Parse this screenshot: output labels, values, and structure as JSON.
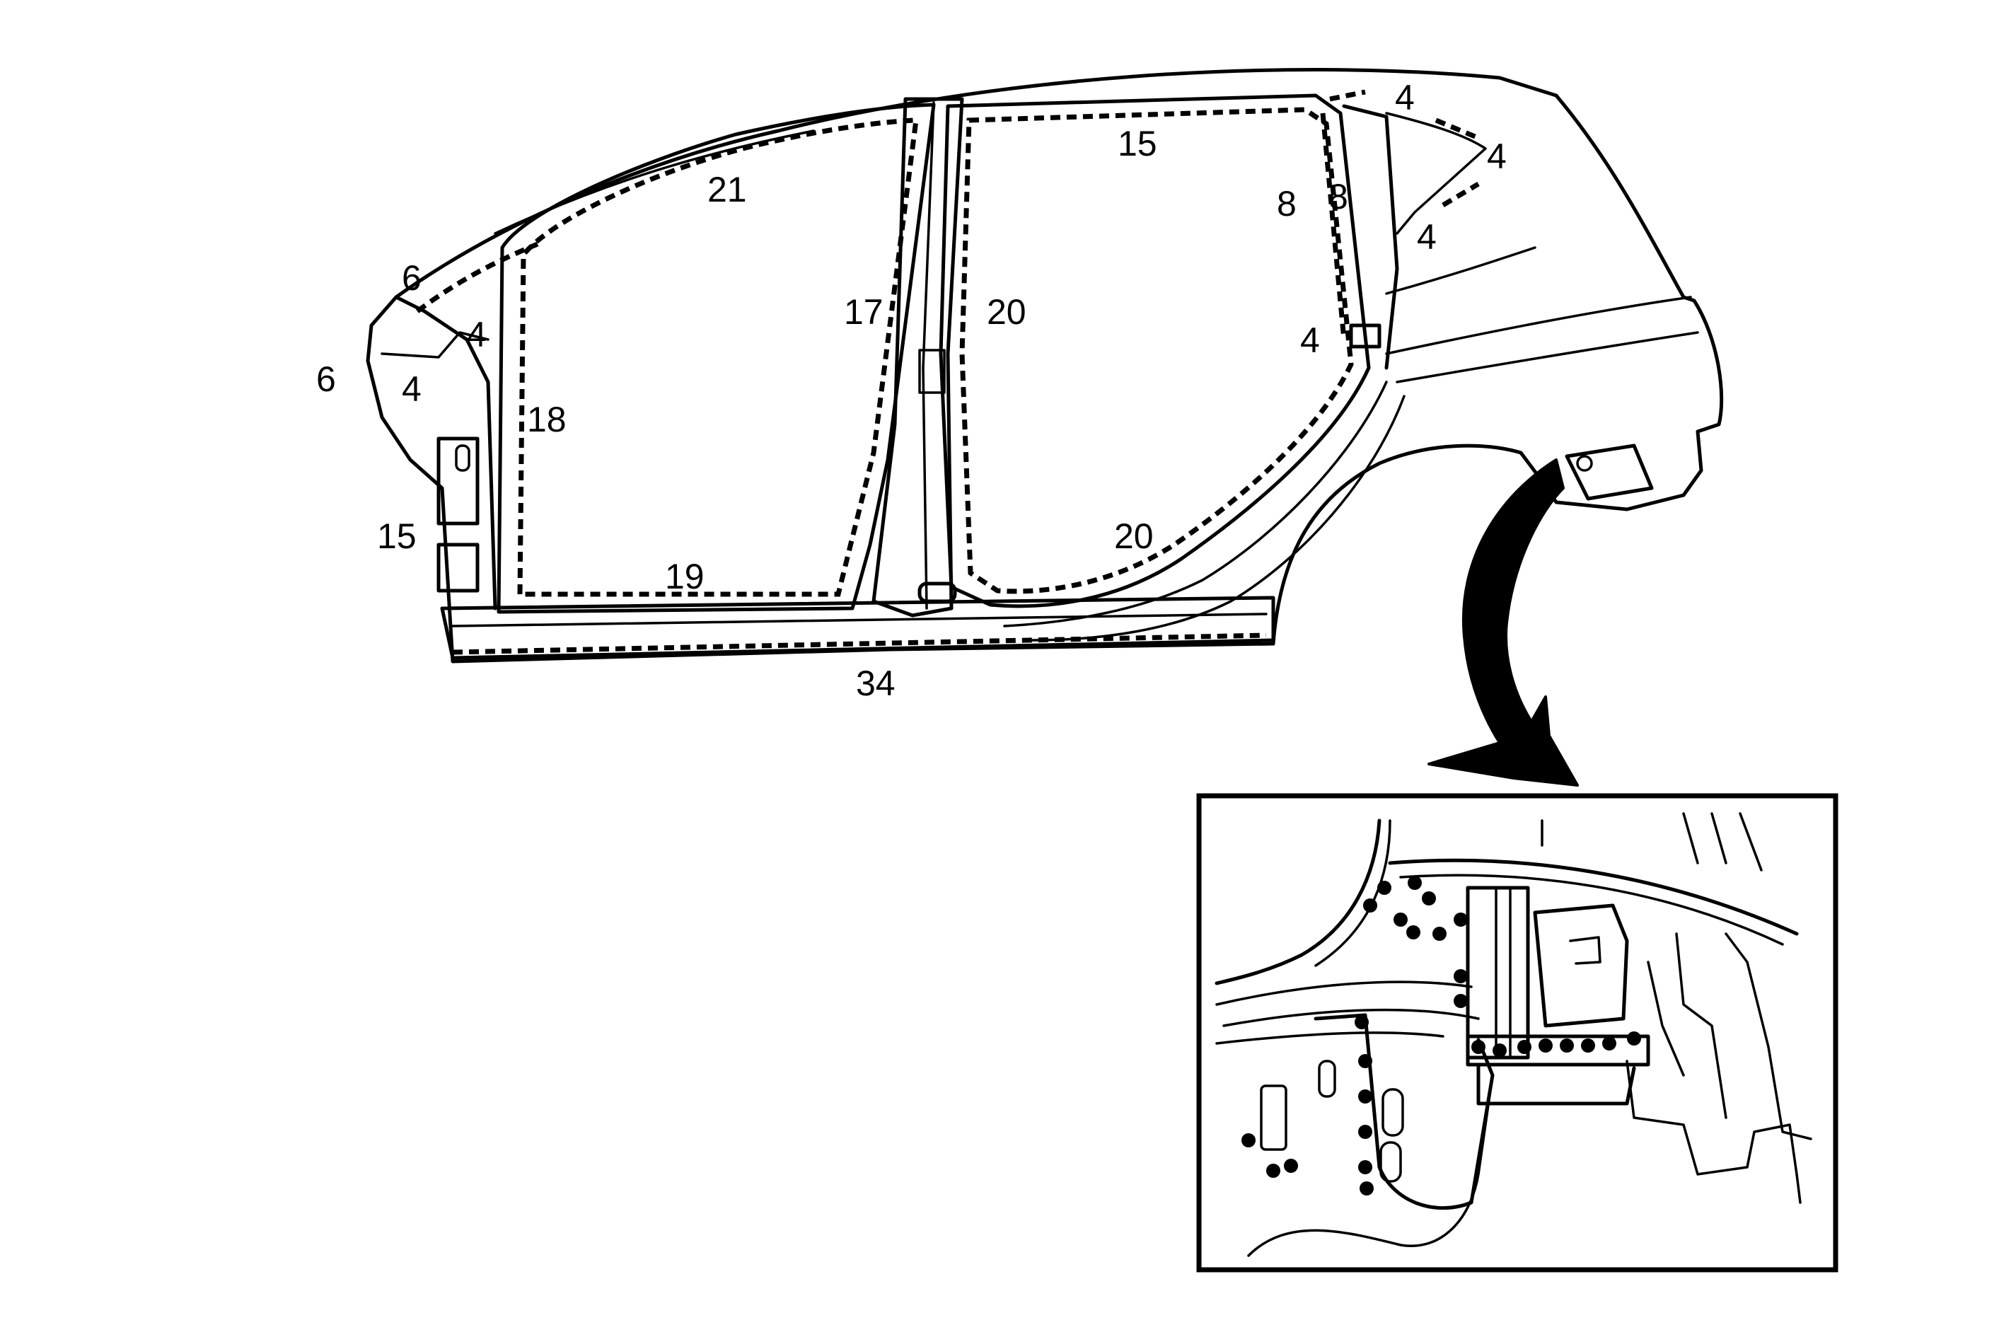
{
  "diagram": {
    "callouts": [
      {
        "id": "c-4-a",
        "text": "4"
      },
      {
        "id": "c-4-b",
        "text": "4"
      },
      {
        "id": "c-15-roof",
        "text": "15"
      },
      {
        "id": "c-8-a",
        "text": "8"
      },
      {
        "id": "c-8-b",
        "text": "8"
      },
      {
        "id": "c-4-c",
        "text": "4"
      },
      {
        "id": "c-21",
        "text": "21"
      },
      {
        "id": "c-6-a",
        "text": "6"
      },
      {
        "id": "c-17",
        "text": "17"
      },
      {
        "id": "c-20-a",
        "text": "20"
      },
      {
        "id": "c-4-d",
        "text": "4"
      },
      {
        "id": "c-4-e",
        "text": "4"
      },
      {
        "id": "c-6-b",
        "text": "6"
      },
      {
        "id": "c-4-f",
        "text": "4"
      },
      {
        "id": "c-18",
        "text": "18"
      },
      {
        "id": "c-15-front",
        "text": "15"
      },
      {
        "id": "c-20-b",
        "text": "20"
      },
      {
        "id": "c-19",
        "text": "19"
      },
      {
        "id": "c-34",
        "text": "34"
      }
    ],
    "colors": {
      "line": "#000000",
      "background": "#ffffff"
    }
  }
}
